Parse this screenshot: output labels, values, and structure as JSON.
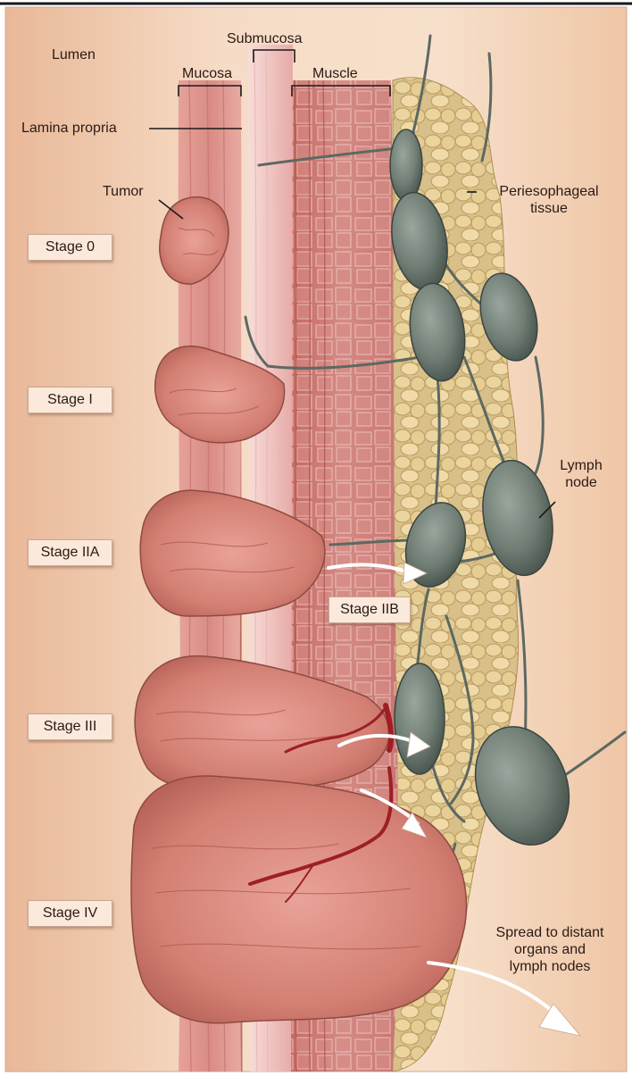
{
  "labels": {
    "lumen": "Lumen",
    "submucosa": "Submucosa",
    "mucosa": "Mucosa",
    "muscle": "Muscle",
    "lamina_propria": "Lamina propria",
    "tumor": "Tumor",
    "periesophageal_line1": "Periesophageal",
    "periesophageal_line2": "tissue",
    "lymph_line1": "Lymph",
    "lymph_line2": "node",
    "spread_line1": "Spread to distant",
    "spread_line2": "organs and",
    "spread_line3": "lymph nodes"
  },
  "stages": {
    "s0": "Stage 0",
    "s1": "Stage I",
    "s2a": "Stage IIA",
    "s2b": "Stage IIB",
    "s3": "Stage III",
    "s4": "Stage IV"
  },
  "colors": {
    "background": "#f3d2b8",
    "mucosa": "#d98c85",
    "submucosa": "#f2c9c6",
    "muscle": "#c9706a",
    "tumor": "#d48074",
    "lymph_node": "#6f7d74",
    "fat": "#d9c08a",
    "vessel": "#9d1f26"
  }
}
